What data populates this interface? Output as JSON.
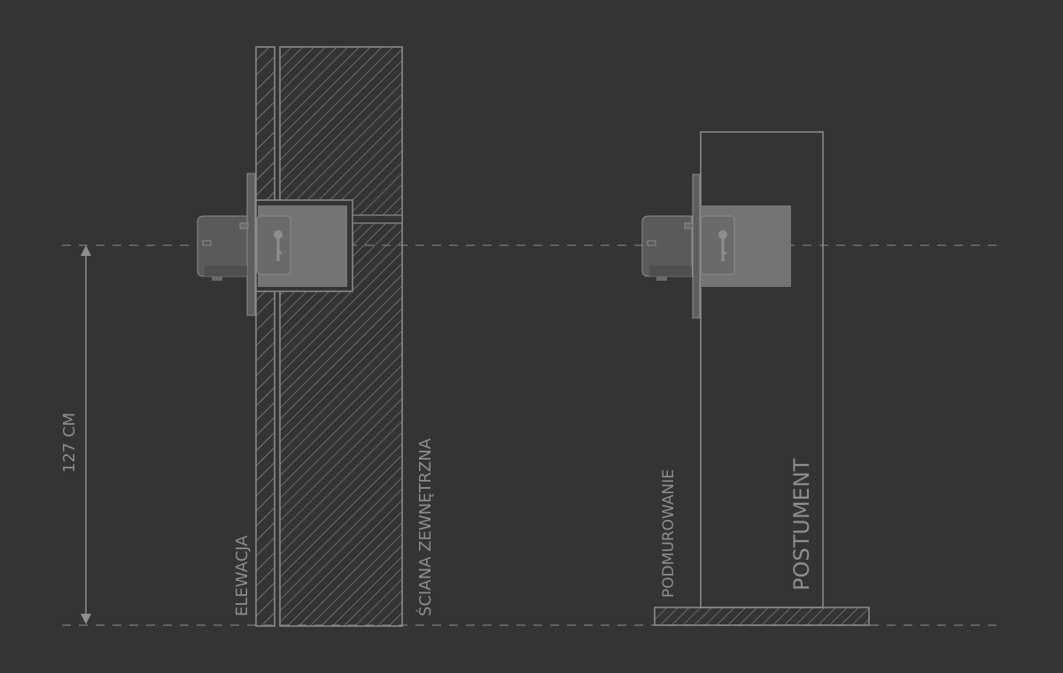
{
  "labels": {
    "height_dimension": "127 CM",
    "elevation": "ELEWACJA",
    "outer_wall": "ŚCIANA ZEWNĘTRZNA",
    "masonry_base": "PODMUROWANIE",
    "pedestal": "POSTUMENT"
  },
  "colors": {
    "background": "#343434",
    "line": "#8e8e8e",
    "mailbox_dark": "#5c5c5c",
    "mailbox_light": "#757575"
  }
}
